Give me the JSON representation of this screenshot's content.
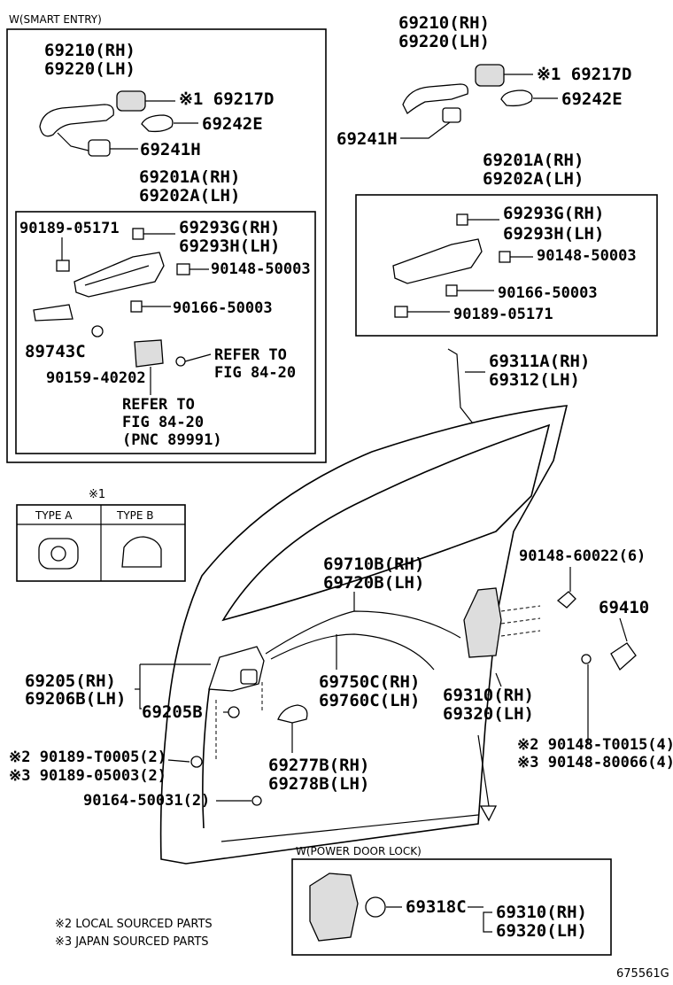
{
  "smart_entry_box": {
    "title": "W(SMART ENTRY)",
    "handle_rh": "69210(RH)",
    "handle_lh": "69220(LH)",
    "cap": "※1 69217D",
    "pad": "69242E",
    "pad2": "69241H",
    "frame_rh": "69201A(RH)",
    "frame_lh": "69202A(LH)",
    "clip": "90189-05171",
    "bush_rh": "69293G(RH)",
    "bush_lh": "69293H(LH)",
    "screw1": "90148-50003",
    "screw2": "90166-50003",
    "sensor": "89743C",
    "screw3": "90159-40202",
    "ref1_a": "REFER TO",
    "ref1_b": "FIG 84-20",
    "ref2_a": "REFER TO",
    "ref2_b": "FIG 84-20",
    "ref2_c": "(PNC 89991)"
  },
  "right_upper": {
    "handle_rh": "69210(RH)",
    "handle_lh": "69220(LH)",
    "cap": "※1 69217D",
    "pad": "69242E",
    "pad2": "69241H",
    "frame_rh": "69201A(RH)",
    "frame_lh": "69202A(LH)",
    "bush_rh": "69293G(RH)",
    "bush_lh": "69293H(LH)",
    "screw1": "90148-50003",
    "screw2": "90166-50003",
    "clip": "90189-05171",
    "rod_rh": "69311A(RH)",
    "rod_lh": "69312(LH)"
  },
  "type_box": {
    "mark": "※1",
    "type_a": "TYPE A",
    "type_b": "TYPE B"
  },
  "door_parts": {
    "cable_rh": "69710B(RH)",
    "cable_lh": "69720B(LH)",
    "bolt": "90148-60022(6)",
    "striker": "69410",
    "inner_rh": "69205(RH)",
    "inner_lh": "69206B(LH)",
    "inner2": "69205B",
    "cable2_rh": "69750C(RH)",
    "cable2_lh": "69760C(LH)",
    "lock_rh": "69310(RH)",
    "lock_lh": "69320(LH)",
    "clip_a": "※2 90189-T0005(2)",
    "clip_b": "※3 90189-05003(2)",
    "screw_a": "90164-50031(2)",
    "cover_rh": "69277B(RH)",
    "cover_lh": "69278B(LH)",
    "bolt2_a": "※2 90148-T0015(4)",
    "bolt2_b": "※3 90148-80066(4)"
  },
  "power_lock_box": {
    "title": "W(POWER DOOR LOCK)",
    "part": "69318C",
    "lock_rh": "69310(RH)",
    "lock_lh": "69320(LH)"
  },
  "notes": {
    "n2": "※2  LOCAL SOURCED PARTS",
    "n3": "※3  JAPAN SOURCED PARTS",
    "fig": "675561G"
  }
}
